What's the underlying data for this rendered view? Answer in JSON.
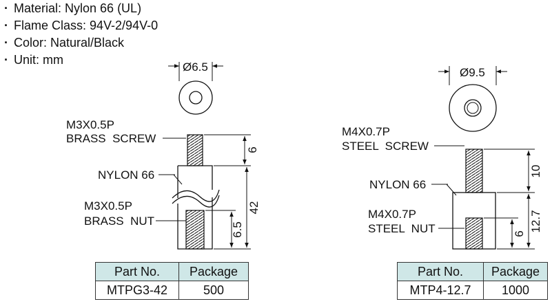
{
  "specs": [
    "Material: Nylon 66 (UL)",
    "Flame Class: 94V-2/94V-0",
    "Color: Natural/Black",
    "Unit: mm"
  ],
  "left_part": {
    "diameter": "Ø6.5",
    "screw_label": [
      "M3X0.5P",
      "BRASS  SCREW"
    ],
    "body_label": "NYLON 66",
    "nut_label": [
      "M3X0.5P",
      "BRASS  NUT"
    ],
    "dim_screw": "6",
    "dim_total": "42",
    "dim_nut": "6.5",
    "table": {
      "headers": [
        "Part No.",
        "Package"
      ],
      "row": [
        "MTPG3-42",
        "500"
      ]
    }
  },
  "right_part": {
    "diameter": "Ø9.5",
    "screw_label": [
      "M4X0.7P",
      "STEEL  SCREW"
    ],
    "body_label": "NYLON 66",
    "nut_label": [
      "M4X0.7P",
      "STEEL  NUT"
    ],
    "dim_screw": "10",
    "dim_body": "12.7",
    "dim_nut": "6",
    "table": {
      "headers": [
        "Part No.",
        "Package"
      ],
      "row": [
        "MTP4-12.7",
        "1000"
      ]
    }
  },
  "colors": {
    "table_header": "#cfe7e7",
    "line": "#111111"
  }
}
